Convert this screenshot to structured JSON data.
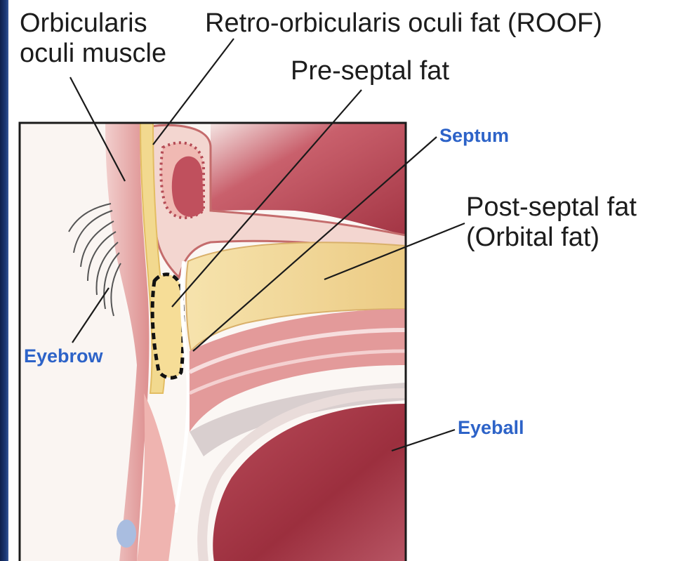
{
  "labels": {
    "orbicularis_line1": "Orbicularis",
    "orbicularis_line2": "oculi muscle",
    "roof": "Retro-orbicularis oculi fat (ROOF)",
    "pre_septal": "Pre-septal fat",
    "septum": "Septum",
    "post_septal_line1": "Post-septal fat",
    "post_septal_line2": "(Orbital fat)",
    "eyebrow": "Eyebrow",
    "eyeball": "Eyeball"
  },
  "colors": {
    "label_text": "#1c1c1c",
    "label_blue": "#2d63c8",
    "frame": "#1a1a1a",
    "fat_yellow": "#f0d79a",
    "muscle_pink": "#e7a7a4",
    "bone_cavity": "#b8404e",
    "eyeball_red": "#a63745",
    "side_band": "#1c3a78"
  }
}
